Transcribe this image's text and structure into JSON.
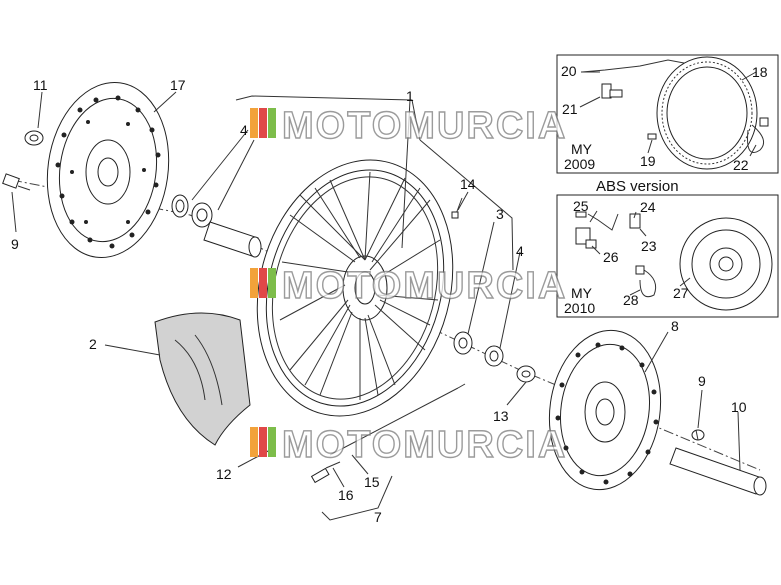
{
  "callouts": [
    {
      "label": "1"
    },
    {
      "label": "2"
    },
    {
      "label": "3"
    },
    {
      "label": "4"
    },
    {
      "label": "4"
    },
    {
      "label": "7"
    },
    {
      "label": "8"
    },
    {
      "label": "9"
    },
    {
      "label": "9"
    },
    {
      "label": "10"
    },
    {
      "label": "11"
    },
    {
      "label": "12"
    },
    {
      "label": "13"
    },
    {
      "label": "14"
    },
    {
      "label": "15"
    },
    {
      "label": "16"
    },
    {
      "label": "17"
    },
    {
      "label": "18"
    },
    {
      "label": "19"
    },
    {
      "label": "20"
    },
    {
      "label": "21"
    },
    {
      "label": "22"
    },
    {
      "label": "23"
    },
    {
      "label": "24"
    },
    {
      "label": "25"
    },
    {
      "label": "26"
    },
    {
      "label": "27"
    },
    {
      "label": "28"
    }
  ],
  "boxes": {
    "top": {
      "line1": "MY",
      "line2": "2009"
    },
    "bottom": {
      "line1": "MY",
      "line2": "2010"
    }
  },
  "abs_label": "ABS version",
  "watermark": {
    "text": "MOTOMURCIA",
    "colors": [
      "#f2a23a",
      "#e04848",
      "#7dbd4a"
    ]
  },
  "colors": {
    "line": "#222222",
    "tire": "#d2d2d2"
  }
}
